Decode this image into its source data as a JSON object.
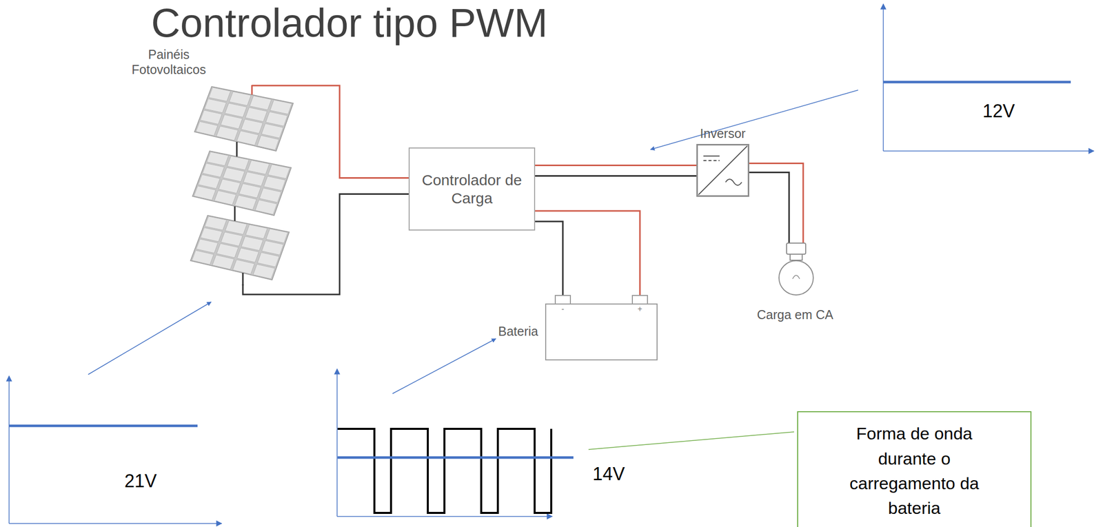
{
  "diagram": {
    "title": "Controlador tipo PWM",
    "nodes": [
      {
        "text": [
          "Painéis Fotovoltaicos"
        ]
      },
      {
        "text": [
          "Controlador de Carga"
        ]
      },
      {
        "text": [
          "Inversor"
        ]
      },
      {
        "text": [
          "Bateria"
        ]
      },
      {
        "text": [
          "Carga em CA"
        ]
      },
      {
        "text": [
          "Forma de onda durante o carregamento da bateria"
        ]
      }
    ],
    "edges": [
      {
        "from": 0,
        "to": 1,
        "arrow": "none"
      },
      {
        "from": 1,
        "to": 2,
        "arrow": "none"
      },
      {
        "from": 1,
        "to": 3,
        "arrow": "none"
      },
      {
        "from": 2,
        "to": 4,
        "arrow": "none"
      }
    ],
    "labels": [
      "21V",
      "14V",
      "12V",
      "-",
      "+"
    ]
  }
}
